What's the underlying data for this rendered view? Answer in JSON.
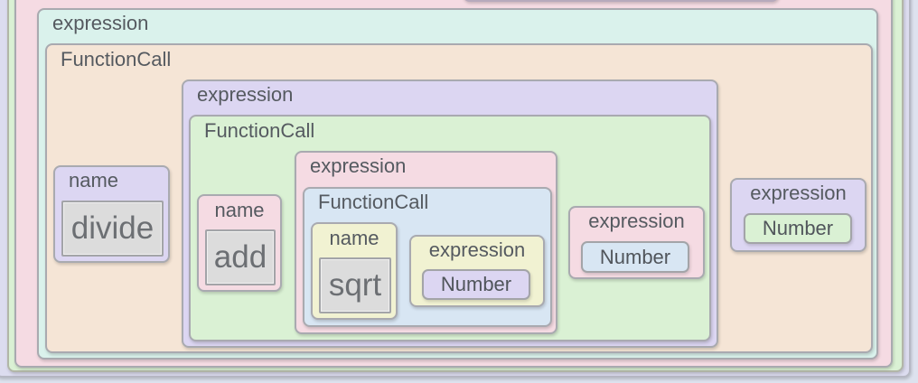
{
  "diagram": {
    "outer": {
      "label": "expression"
    },
    "call": {
      "label": "FunctionCall",
      "name": {
        "label": "name",
        "value": "divide"
      },
      "arg1": {
        "label": "expression",
        "call": {
          "label": "FunctionCall",
          "name": {
            "label": "name",
            "value": "add"
          },
          "arg1": {
            "label": "expression",
            "call": {
              "label": "FunctionCall",
              "name": {
                "label": "name",
                "value": "sqrt"
              },
              "arg": {
                "label": "expression",
                "leaf": "Number"
              }
            }
          },
          "arg2": {
            "label": "expression",
            "leaf": "Number"
          }
        }
      },
      "arg2": {
        "label": "expression",
        "leaf": "Number"
      }
    }
  },
  "colors": {
    "pink": "#f5dbe3",
    "teal": "#daf2ec",
    "peach": "#f5e5d6",
    "lavender": "#dcd6f2",
    "green": "#daf1d4",
    "blue": "#d8e6f3",
    "yellow": "#f1f2d2",
    "gray": "#dcdcdc"
  }
}
